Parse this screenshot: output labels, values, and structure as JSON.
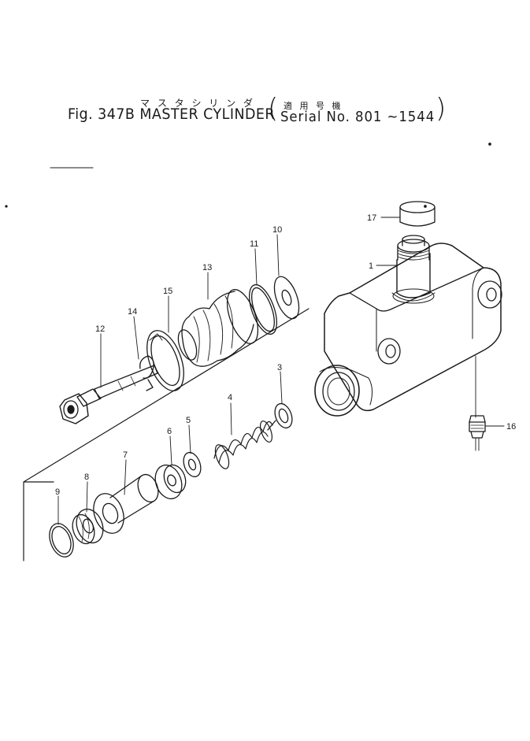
{
  "header": {
    "jp_title": "マ ス タ シ リ ン ダ",
    "jp_applicability": "適 用 号 機",
    "figure_title": "Fig. 347B MASTER CYLINDER",
    "serial_range": "Serial No. 801 ~1544",
    "paren_open": "(",
    "paren_close": ")"
  },
  "callouts": {
    "c1": "1",
    "c3": "3",
    "c4": "4",
    "c5": "5",
    "c6": "6",
    "c7": "7",
    "c8": "8",
    "c9": "9",
    "c10": "10",
    "c11": "11",
    "c12": "12",
    "c13": "13",
    "c14": "14",
    "c15": "15",
    "c16": "16",
    "c17": "17"
  },
  "colors": {
    "ink": "#1a1a1a",
    "paper": "#ffffff"
  }
}
